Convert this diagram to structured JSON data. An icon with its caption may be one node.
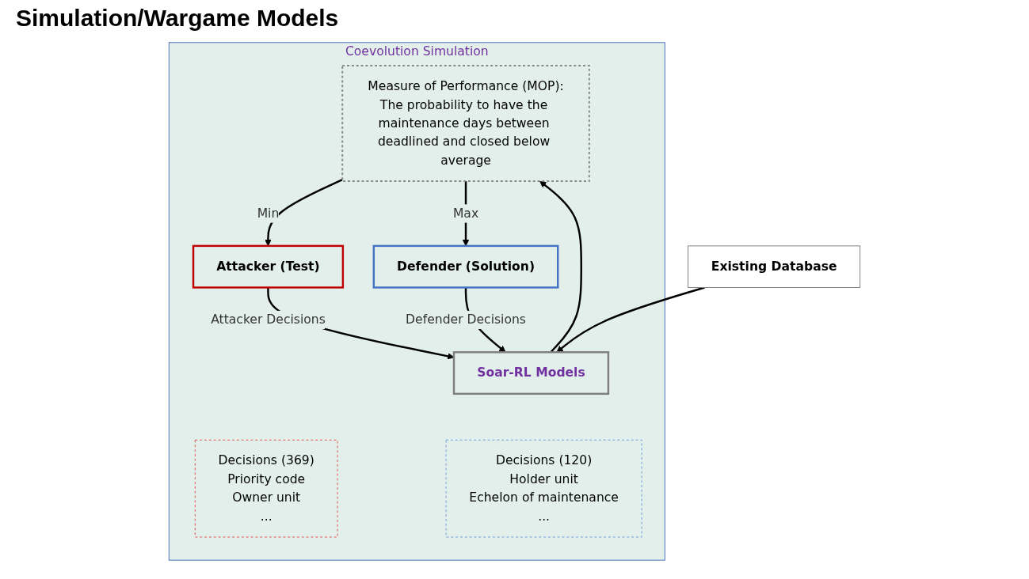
{
  "diagram": {
    "title": "Simulation/Wargame Models",
    "nodes": [
      {
        "text": [
          "Coevolution Simulation"
        ]
      },
      {
        "text": [
          "Measure of Performance (MOP):",
          "The probability to have the maintenance days between deadlined and closed below average"
        ],
        "in": 0
      },
      {
        "text": [
          "Attacker (Test)"
        ],
        "in": 0
      },
      {
        "text": [
          "Soar-RL Models"
        ],
        "in": 0
      },
      {
        "text": [
          "Defender (Solution)"
        ],
        "in": 0
      },
      {
        "text": [
          "Decisions (369)",
          "Priority code",
          "Owner unit",
          "..."
        ],
        "in": 0
      },
      {
        "text": [
          "Decisions (120)",
          "Holder unit",
          "Echelon of maintenance",
          "..."
        ],
        "in": 0
      },
      {
        "text": [
          "Existing Database"
        ]
      }
    ],
    "edges": [
      {
        "from": 1,
        "to": 2,
        "arrow": "to",
        "label": "Min"
      },
      {
        "from": 1,
        "to": 4,
        "arrow": "to",
        "label": "Max"
      },
      {
        "from": 2,
        "to": 3,
        "arrow": "to",
        "label": "Attacker Decisions"
      },
      {
        "from": 4,
        "to": 3,
        "arrow": "to",
        "label": "Defender Decisions"
      },
      {
        "from": 3,
        "to": 1,
        "arrow": "to"
      },
      {
        "from": 7,
        "to": 3,
        "arrow": "to"
      }
    ]
  }
}
